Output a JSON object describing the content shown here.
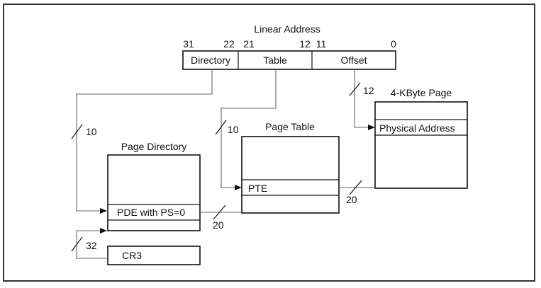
{
  "linear_address": {
    "title": "Linear Address",
    "bit_labels": {
      "b31": "31",
      "b22": "22",
      "b21": "21",
      "b12": "12",
      "b11": "11",
      "b0": "0"
    },
    "fields": {
      "directory": "Directory",
      "table": "Table",
      "offset": "Offset"
    }
  },
  "page_directory": {
    "title": "Page Directory",
    "entry": "PDE with PS=0"
  },
  "page_table": {
    "title": "Page Table",
    "entry": "PTE"
  },
  "page": {
    "title": "4-KByte Page",
    "entry": "Physical Address"
  },
  "cr3": {
    "label": "CR3"
  },
  "widths": {
    "directory_bits": "10",
    "table_bits": "10",
    "offset_bits": "12",
    "pde_bits": "20",
    "pte_bits": "20",
    "cr3_bits": "32"
  }
}
